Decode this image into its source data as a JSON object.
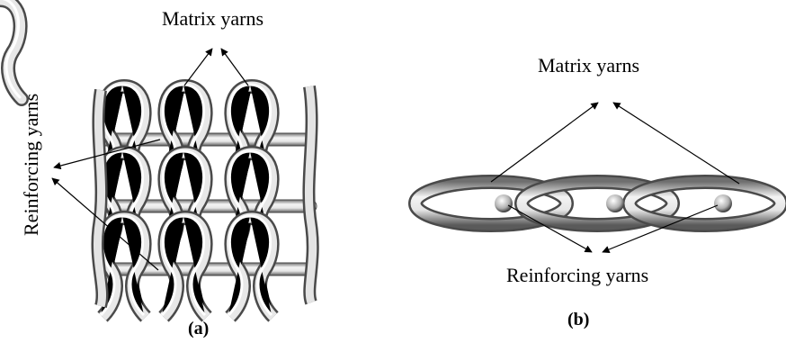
{
  "figure": {
    "panel_a": {
      "caption": "(a)",
      "matrix_label": "Matrix yarns",
      "reinforcing_label": "Reinforcing yarns"
    },
    "panel_b": {
      "caption": "(b)",
      "matrix_label": "Matrix yarns",
      "reinforcing_label": "Reinforcing yarns"
    }
  }
}
